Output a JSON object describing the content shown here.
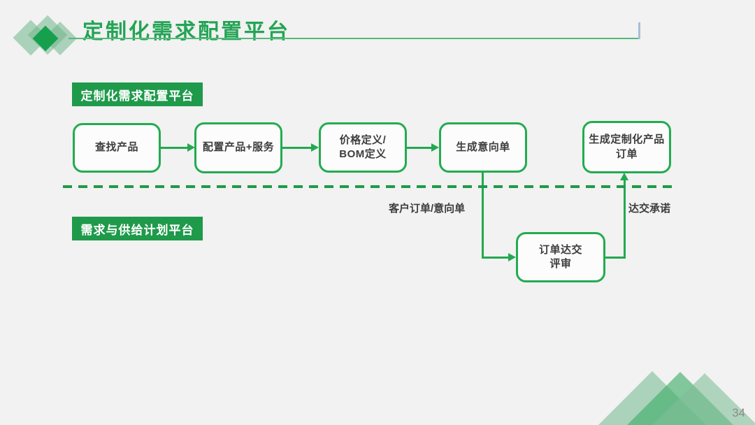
{
  "slide": {
    "title": "定制化需求配置平台",
    "page_number": "34"
  },
  "lanes": [
    {
      "label": "定制化需求配置平台"
    },
    {
      "label": "需求与供给计划平台"
    }
  ],
  "flow": {
    "boxes": [
      {
        "id": "find-product",
        "label": "查找产品"
      },
      {
        "id": "configure-product-service",
        "label": "配置产品+服务"
      },
      {
        "id": "price-bom-definition",
        "label": "价格定义/\nBOM定义"
      },
      {
        "id": "generate-intent-order",
        "label": "生成意向单"
      },
      {
        "id": "generate-custom-product-order",
        "label": "生成定制化产品\n订单"
      },
      {
        "id": "order-delivery-review",
        "label": "订单达交\n评审"
      }
    ],
    "edge_labels": [
      {
        "id": "customer-order",
        "label": "客户订单/意向单"
      },
      {
        "id": "delivery-commitment",
        "label": "达交承诺"
      }
    ]
  },
  "colors": {
    "accent_green": "#22a94f",
    "lane_label_bg": "#1e9a4a",
    "dashed_line": "#1f9a48",
    "title_green": "#24a455",
    "box_text": "#3d3d3d",
    "title_tick_blue": "#a9bed9",
    "page_number_gray": "#8c8c8c",
    "background": "#f1f2f1"
  }
}
